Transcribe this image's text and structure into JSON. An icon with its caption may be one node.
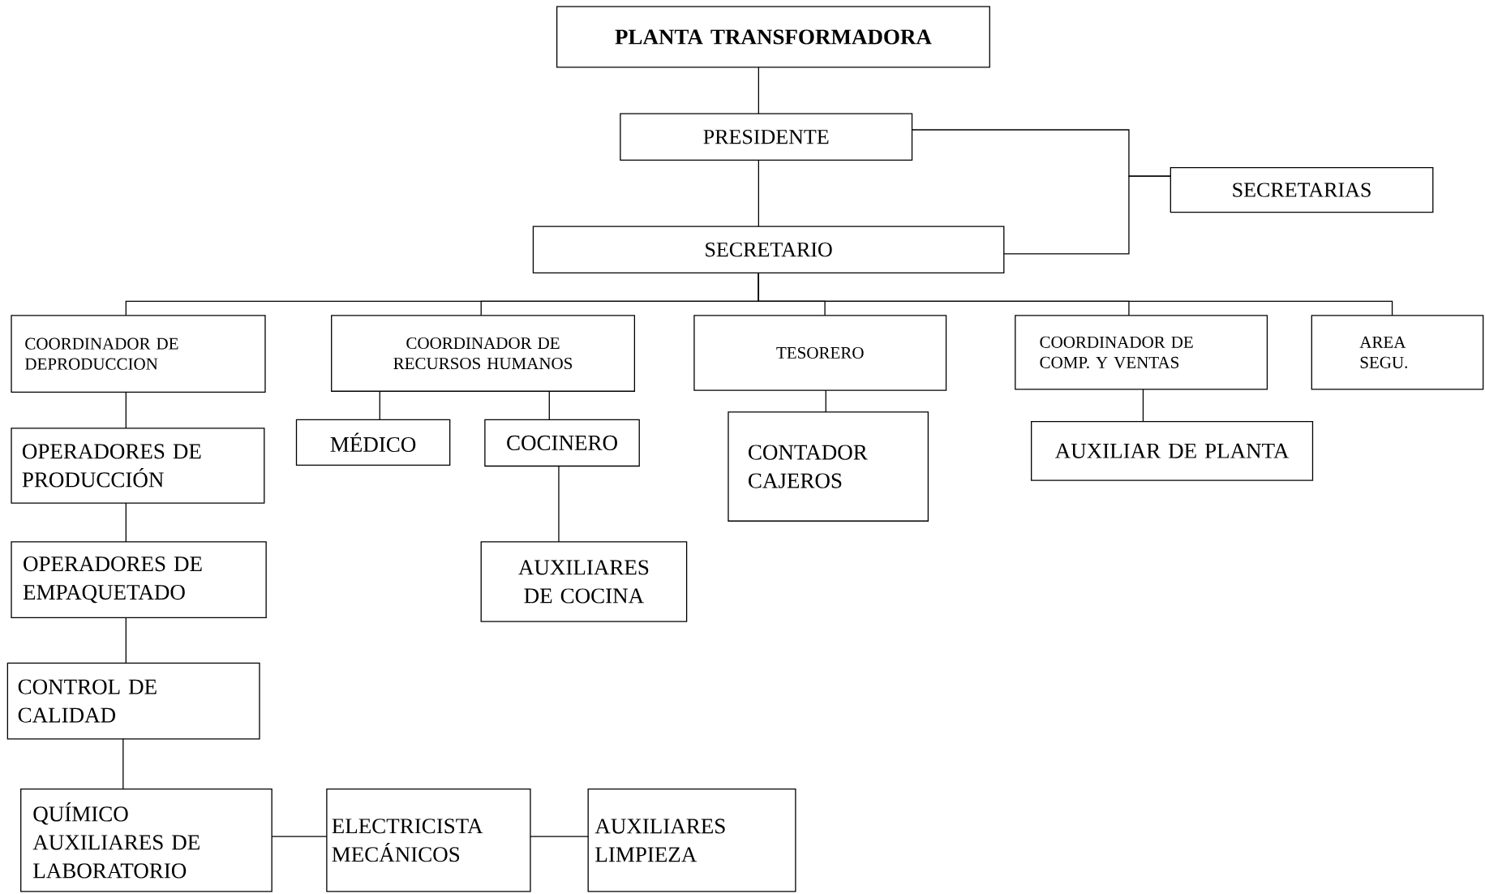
{
  "diagram": {
    "nodes": [
      {
        "text": [
          "PLANTA TRANSFORMADORA"
        ]
      },
      {
        "text": [
          "PRESIDENTE"
        ]
      },
      {
        "text": [
          "SECRETARIAS"
        ]
      },
      {
        "text": [
          "SECRETARIO"
        ]
      },
      {
        "text": [
          "COORDINADOR DE DEPRODUCCION"
        ]
      },
      {
        "text": [
          "COORDINADOR DE RECURSOS HUMANOS"
        ]
      },
      {
        "text": [
          "TESORERO"
        ]
      },
      {
        "text": [
          "COORDINADOR DE COMP. Y VENTAS"
        ]
      },
      {
        "text": [
          "AREA SEGU."
        ]
      },
      {
        "text": [
          "OPERADORES DE PRODUCCIÓN"
        ]
      },
      {
        "text": [
          "MÉDICO"
        ]
      },
      {
        "text": [
          "COCINERO"
        ]
      },
      {
        "text": [
          "CONTADOR CAJEROS"
        ]
      },
      {
        "text": [
          "AUXILIAR DE PLANTA"
        ]
      },
      {
        "text": [
          "OPERADORES DE EMPAQUETADO"
        ]
      },
      {
        "text": [
          "AUXILIARES DE COCINA"
        ]
      },
      {
        "text": [
          "CONTROL DE CALIDAD"
        ]
      },
      {
        "text": [
          "QUÍMICO AUXILIARES DE LABORATORIO"
        ]
      },
      {
        "text": [
          "ELECTRICISTA MECÁNICOS"
        ]
      },
      {
        "text": [
          "AUXILIARES LIMPIEZA"
        ]
      }
    ],
    "edges": [
      {
        "from": 0,
        "to": 1,
        "arrow": "none"
      },
      {
        "from": 1,
        "to": 3,
        "arrow": "none"
      },
      {
        "from": 1,
        "to": 2,
        "arrow": "none"
      },
      {
        "from": 3,
        "to": 2,
        "arrow": "none"
      },
      {
        "from": 3,
        "to": 4,
        "arrow": "none"
      },
      {
        "from": 3,
        "to": 5,
        "arrow": "none"
      },
      {
        "from": 3,
        "to": 6,
        "arrow": "none"
      },
      {
        "from": 3,
        "to": 7,
        "arrow": "none"
      },
      {
        "from": 3,
        "to": 8,
        "arrow": "none"
      },
      {
        "from": 4,
        "to": 9,
        "arrow": "none"
      },
      {
        "from": 9,
        "to": 14,
        "arrow": "none"
      },
      {
        "from": 14,
        "to": 16,
        "arrow": "none"
      },
      {
        "from": 16,
        "to": 17,
        "arrow": "none"
      },
      {
        "from": 5,
        "to": 10,
        "arrow": "none"
      },
      {
        "from": 5,
        "to": 11,
        "arrow": "none"
      },
      {
        "from": 11,
        "to": 15,
        "arrow": "none"
      },
      {
        "from": 6,
        "to": 12,
        "arrow": "none"
      },
      {
        "from": 7,
        "to": 13,
        "arrow": "none"
      },
      {
        "from": 17,
        "to": 18,
        "arrow": "none"
      },
      {
        "from": 18,
        "to": 19,
        "arrow": "none"
      }
    ]
  }
}
